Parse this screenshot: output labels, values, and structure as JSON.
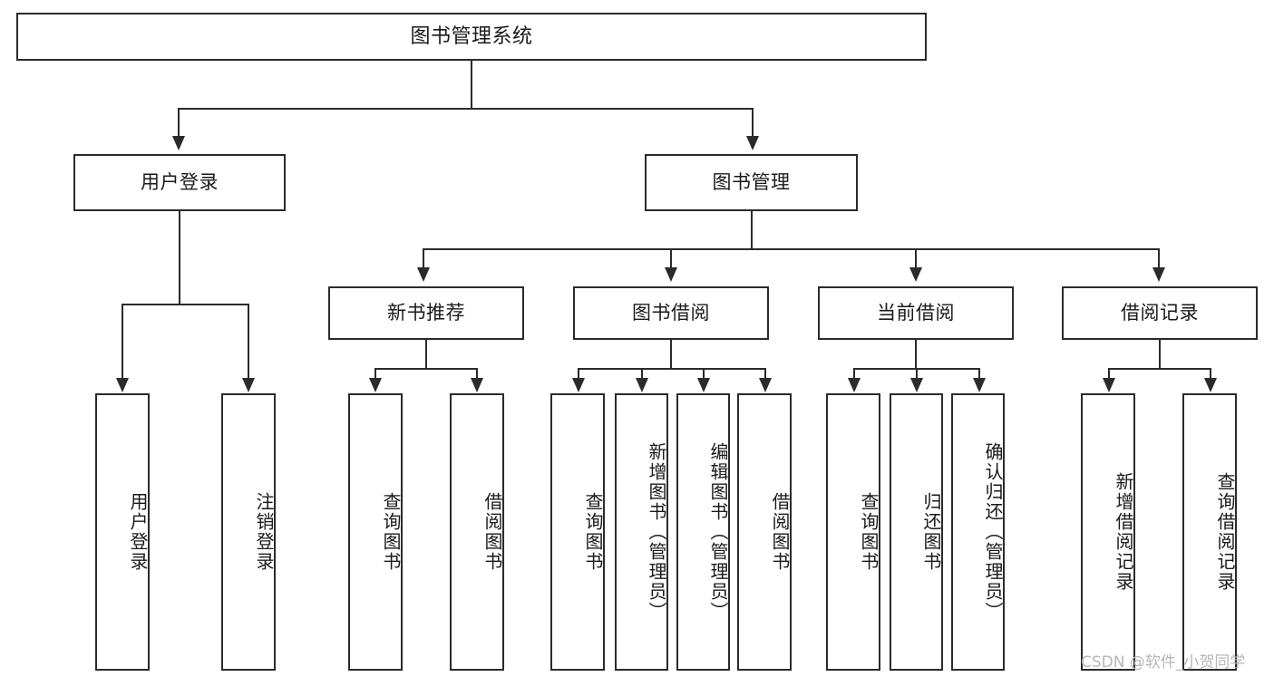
{
  "diagram": {
    "title": "图书管理系统",
    "type": "functional-structure-tree",
    "root": {
      "label": "图书管理系统"
    },
    "level2": [
      {
        "id": "user-login",
        "label": "用户登录"
      },
      {
        "id": "book-manage",
        "label": "图书管理"
      }
    ],
    "level3": [
      {
        "id": "new-book-recommend",
        "label": "新书推荐",
        "parent": "book-manage"
      },
      {
        "id": "book-borrow",
        "label": "图书借阅",
        "parent": "book-manage"
      },
      {
        "id": "current-borrow",
        "label": "当前借阅",
        "parent": "book-manage"
      },
      {
        "id": "borrow-record",
        "label": "借阅记录",
        "parent": "book-manage"
      }
    ],
    "leaves": [
      {
        "id": "leaf-user-login",
        "label": "用户登录",
        "parent": "user-login"
      },
      {
        "id": "leaf-logout",
        "label": "注销登录",
        "parent": "user-login"
      },
      {
        "id": "leaf-query-book-1",
        "label": "查询图书",
        "parent": "new-book-recommend"
      },
      {
        "id": "leaf-borrow-book-1",
        "label": "借阅图书",
        "parent": "new-book-recommend"
      },
      {
        "id": "leaf-query-book-2",
        "label": "查询图书",
        "parent": "book-borrow"
      },
      {
        "id": "leaf-add-book",
        "label": "新增图书（管理员）",
        "parent": "book-borrow"
      },
      {
        "id": "leaf-edit-book",
        "label": "编辑图书（管理员）",
        "parent": "book-borrow"
      },
      {
        "id": "leaf-borrow-book-2",
        "label": "借阅图书",
        "parent": "book-borrow"
      },
      {
        "id": "leaf-query-book-3",
        "label": "查询图书",
        "parent": "current-borrow"
      },
      {
        "id": "leaf-return-book",
        "label": "归还图书",
        "parent": "current-borrow"
      },
      {
        "id": "leaf-confirm-return",
        "label": "确认归还（管理员）",
        "parent": "current-borrow"
      },
      {
        "id": "leaf-add-record",
        "label": "新增借阅记录",
        "parent": "borrow-record"
      },
      {
        "id": "leaf-query-record",
        "label": "查询借阅记录",
        "parent": "borrow-record"
      }
    ]
  },
  "watermark": {
    "text": "CSDN @软件_小贺同学"
  },
  "colors": {
    "stroke": "#2b2b2b",
    "fill": "#ffffff",
    "text": "#1a1a1a",
    "watermark": "#b7b7b7"
  }
}
